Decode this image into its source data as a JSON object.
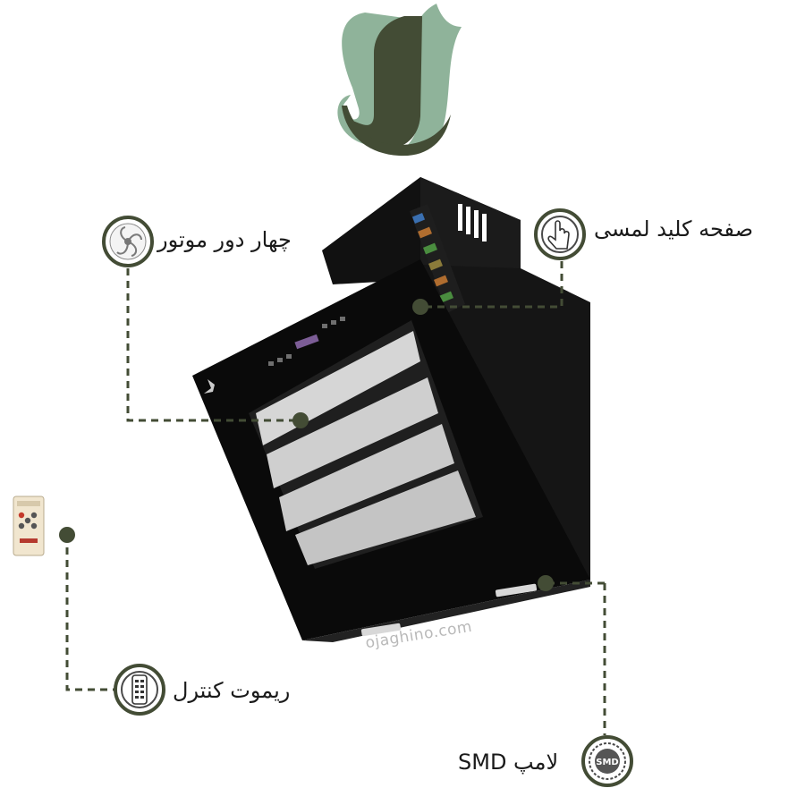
{
  "logo": {
    "name": "brand-logo"
  },
  "colors": {
    "accent": "#434c35",
    "logo_light": "#8fb39a",
    "logo_dark": "#434c35",
    "hood": "#0c0c0c",
    "glass": "#c9c9c9"
  },
  "callouts": {
    "motor": {
      "label": "چهار دور موتور",
      "icon": "fan-icon"
    },
    "touch": {
      "label": "صفحه کلید لمسی",
      "icon": "touch-hand-icon"
    },
    "remote": {
      "label": "ریموت کنترل",
      "icon": "remote-control-icon"
    },
    "lamp": {
      "label": "لامپ SMD",
      "icon": "smd-chip-icon",
      "icon_text": "SMD"
    }
  },
  "watermark": "ojaghino.com"
}
